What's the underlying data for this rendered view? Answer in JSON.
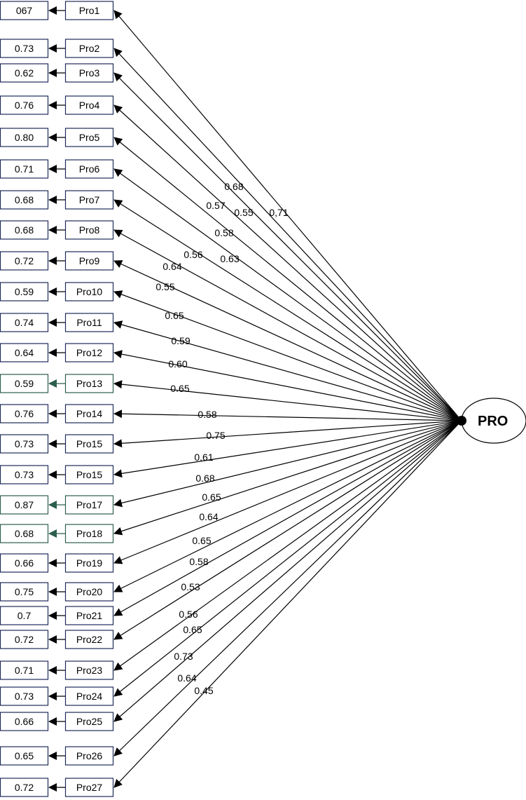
{
  "latent": {
    "label": "PRO"
  },
  "items": [
    {
      "name": "Pro1",
      "error": "067",
      "loading": "0,71"
    },
    {
      "name": "Pro2",
      "error": "0.73",
      "loading": "0.68"
    },
    {
      "name": "Pro3",
      "error": "0.62",
      "loading": "0.55"
    },
    {
      "name": "Pro4",
      "error": "0.76",
      "loading": "0.57"
    },
    {
      "name": "Pro5",
      "error": "0.80",
      "loading": "0.58"
    },
    {
      "name": "Pro6",
      "error": "0.71",
      "loading": "0.63"
    },
    {
      "name": "Pro7",
      "error": "0.68",
      "loading": "0.56"
    },
    {
      "name": "Pro8",
      "error": "0.68",
      "loading": "0.64"
    },
    {
      "name": "Pro9",
      "error": "0.72",
      "loading": "0.55"
    },
    {
      "name": "Pro10",
      "error": "0.59",
      "loading": "0.65"
    },
    {
      "name": "Pro11",
      "error": "0.74",
      "loading": "0.59"
    },
    {
      "name": "Pro12",
      "error": "0.64",
      "loading": "0.60"
    },
    {
      "name": "Pro13",
      "error": "0.59",
      "loading": "0.65",
      "teal": true
    },
    {
      "name": "Pro14",
      "error": "0.76",
      "loading": "0.58"
    },
    {
      "name": "Pro15",
      "error": "0.73",
      "loading": "0.75"
    },
    {
      "name": "Pro15",
      "error": "0.73",
      "loading": "0.61"
    },
    {
      "name": "Pro17",
      "error": "0.87",
      "loading": "0.68",
      "teal": true
    },
    {
      "name": "Pro18",
      "error": "0.68",
      "loading": "0.65",
      "teal": true
    },
    {
      "name": "Pro19",
      "error": "0.66",
      "loading": "0.64"
    },
    {
      "name": "Pro20",
      "error": "0.75",
      "loading": "0.65"
    },
    {
      "name": "Pro21",
      "error": "0.7",
      "loading": "0.58"
    },
    {
      "name": "Pro22",
      "error": "0.72",
      "loading": "0.53"
    },
    {
      "name": "Pro23",
      "error": "0.71",
      "loading": "0.56"
    },
    {
      "name": "Pro24",
      "error": "0.73",
      "loading": "0.65"
    },
    {
      "name": "Pro25",
      "error": "0.66",
      "loading": "0.73"
    },
    {
      "name": "Pro26",
      "error": "0.65",
      "loading": "0.64"
    },
    {
      "name": "Pro27",
      "error": "0.72",
      "loading": "0.45"
    }
  ]
}
